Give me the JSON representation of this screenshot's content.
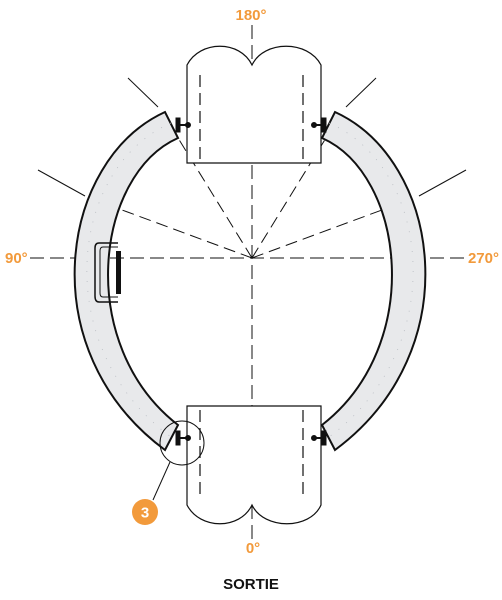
{
  "labels": {
    "top": "180°",
    "left": "90°",
    "right": "270°",
    "bottom": "0°"
  },
  "marker": {
    "number": "3"
  },
  "caption": "SORTIE",
  "colors": {
    "accent": "#F29A3B",
    "line": "#111111",
    "door_fill": "#E8E9EB"
  },
  "icons": {
    "hinge": "hinge-icon",
    "handle": "handle-icon"
  }
}
